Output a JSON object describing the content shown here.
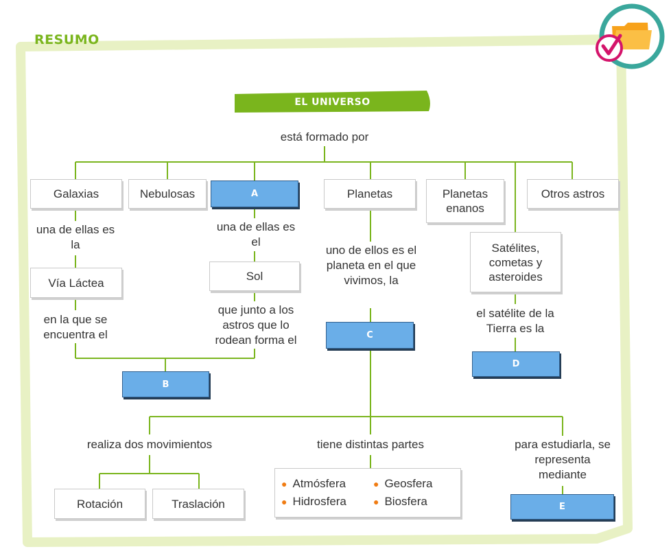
{
  "section_title": "RESUMO",
  "root": "EL UNIVERSO",
  "root_connector": "está formado por",
  "components": {
    "galaxias": "Galaxias",
    "nebulosas": "Nebulosas",
    "blank_a": "A",
    "planetas": "Planetas",
    "planetas_enanos": "Planetas enanos",
    "otros_astros": "Otros astros"
  },
  "galaxias_branch": {
    "connector": "una de ellas es la",
    "node": "Vía Láctea",
    "connector2": "en la que se encuentra el"
  },
  "a_branch": {
    "connector": "una de ellas es el",
    "node": "Sol",
    "connector2": "que junto a los astros que lo rodean forma el"
  },
  "blank_b": "B",
  "planetas_branch": {
    "connector": "uno de ellos es el planeta en el que vivimos, la",
    "blank_c": "C"
  },
  "otros_branch": {
    "node": "Satélites, cometas y asteroides",
    "connector": "el satélite de la Tierra es la",
    "blank_d": "D"
  },
  "c_branch": {
    "movimientos": {
      "label": "realiza dos movimientos",
      "items": [
        "Rotación",
        "Traslación"
      ]
    },
    "partes": {
      "label": "tiene distintas partes",
      "items": [
        "Atmósfera",
        "Geosfera",
        "Hidrosfera",
        "Biosfera"
      ]
    },
    "representa": {
      "label": "para estudiarla, se representa mediante",
      "blank_e": "E"
    }
  },
  "colors": {
    "green": "#7ab51d",
    "frame_green": "#e8f1c4",
    "blank_blue": "#6aaee8",
    "bullet_orange": "#f07c13",
    "badge_teal": "#3aa79c",
    "badge_magenta": "#d4146b",
    "folder_orange": "#f7a21b"
  },
  "badge_icon": "folder-checkmark-icon"
}
